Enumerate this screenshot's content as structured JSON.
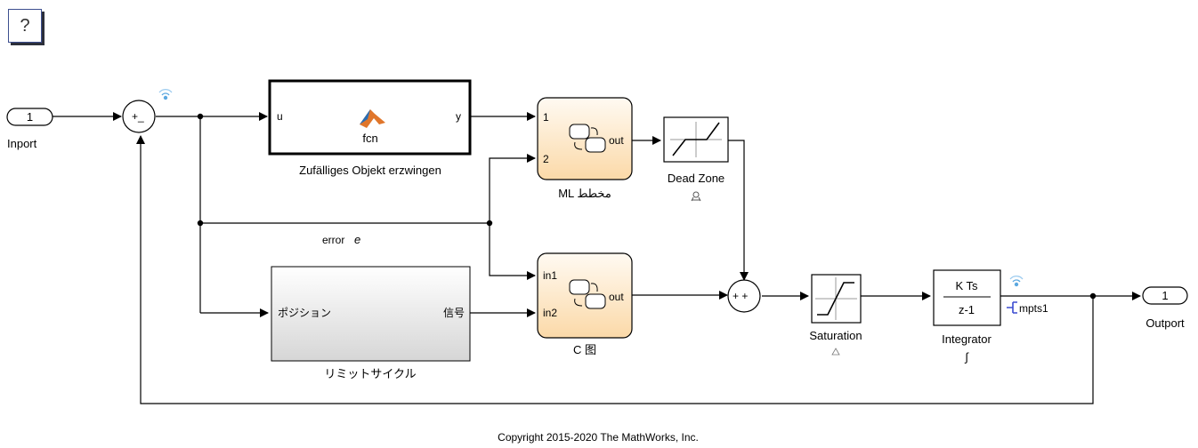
{
  "help": {
    "label": "?"
  },
  "inport": {
    "number": "1",
    "name": "Inport"
  },
  "sum1": {
    "signs": "+_"
  },
  "matlab_fn": {
    "in_port": "u",
    "out_port": "y",
    "name": "fcn",
    "caption": "Zufälliges Objekt erzwingen"
  },
  "chart_ml": {
    "in1": "1",
    "in2": "2",
    "out": "out",
    "caption": "ML مخطط"
  },
  "dead_zone": {
    "caption": "Dead Zone"
  },
  "error_label": {
    "text": "error",
    "symbol": "e"
  },
  "limit_cycle": {
    "in_port": "ポジション",
    "out_port": "信号",
    "caption": "リミットサイクル"
  },
  "chart_c": {
    "in1": "in1",
    "in2": "in2",
    "out": "out",
    "caption": "C 图"
  },
  "sum2": {
    "signs": "+ +"
  },
  "saturation": {
    "caption": "Saturation"
  },
  "integrator": {
    "numerator": "K Ts",
    "denominator": "z-1",
    "caption": "Integrator",
    "glyph": "∫"
  },
  "signal_label": {
    "text": "mpts1"
  },
  "outport": {
    "number": "1",
    "name": "Outport"
  },
  "copyright": {
    "text": "Copyright 2015-2020 The MathWorks, Inc."
  }
}
